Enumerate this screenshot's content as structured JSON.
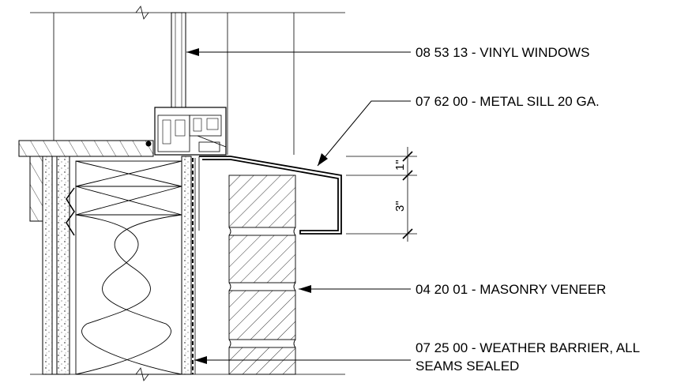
{
  "callouts": {
    "windows": "08 53 13 - VINYL WINDOWS",
    "sill": "07 62 00 - METAL SILL 20 GA.",
    "veneer": "04 20 01 - MASONRY VENEER",
    "barrier_line1": "07 25 00 - WEATHER BARRIER, ALL",
    "barrier_line2": "SEAMS SEALED"
  },
  "dimensions": {
    "top": "1\"",
    "bottom": "3\""
  }
}
